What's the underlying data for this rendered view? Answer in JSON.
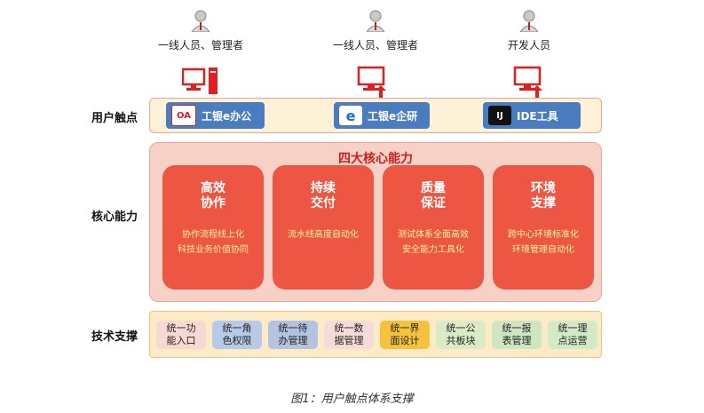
{
  "users": [
    {
      "label": "一线人员、管理者"
    },
    {
      "label": "一线人员、管理者"
    },
    {
      "label": "开发人员"
    }
  ],
  "row_labels": {
    "touchpoint": "用户触点",
    "core": "核心能力",
    "tech": "技术支撑"
  },
  "touchpoints": [
    {
      "icon_text": "OA",
      "icon": "oa-app-icon",
      "label": "工银e办公"
    },
    {
      "icon_text": "e",
      "icon": "e-enterprise-icon",
      "label": "工银e企研"
    },
    {
      "icon_text": "IJ",
      "icon": "ide-icon",
      "label": "IDE工具"
    }
  ],
  "core": {
    "title": "四大核心能力",
    "capabilities": [
      {
        "title_1": "高效",
        "title_2": "协作",
        "desc_1": "协作流程线上化",
        "desc_2": "科技业务价值协同"
      },
      {
        "title_1": "持续",
        "title_2": "交付",
        "desc_1": "流水线高度自动化",
        "desc_2": ""
      },
      {
        "title_1": "质量",
        "title_2": "保证",
        "desc_1": "测试体系全面高效",
        "desc_2": "安全能力工具化"
      },
      {
        "title_1": "环境",
        "title_2": "支撑",
        "desc_1": "跨中心环境标准化",
        "desc_2": "环境管理自动化"
      }
    ]
  },
  "tech": [
    {
      "line1": "统一功",
      "line2": "能入口",
      "color": "#f7d9d4"
    },
    {
      "line1": "统一角",
      "line2": "色权限",
      "color": "#b7cbe8"
    },
    {
      "line1": "统一待",
      "line2": "办管理",
      "color": "#b4c3df"
    },
    {
      "line1": "统一数",
      "line2": "据管理",
      "color": "#f6dcd9"
    },
    {
      "line1": "统一界",
      "line2": "面设计",
      "color": "#f4c23c"
    },
    {
      "line1": "统一公",
      "line2": "共板块",
      "color": "#d9ecc6"
    },
    {
      "line1": "统一报",
      "line2": "表管理",
      "color": "#cfe6c2"
    },
    {
      "line1": "统一理",
      "line2": "点运营",
      "color": "#d3eac6"
    }
  ],
  "caption": "图1：用户触点体系支撑",
  "colors": {
    "accent_red": "#ec5642",
    "title_red": "#c8201d",
    "button_blue": "#4a7cc0",
    "pc_red": "#e02020"
  }
}
